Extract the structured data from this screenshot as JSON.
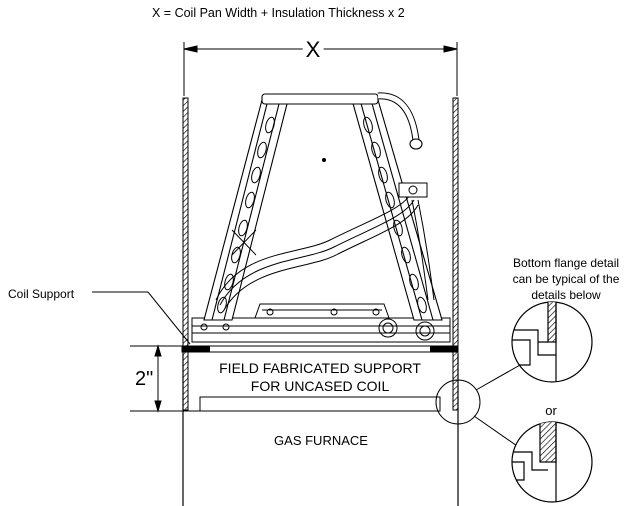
{
  "title": {
    "formula": "X = Coil Pan Width + Insulation Thickness x 2",
    "dimension_label": "X"
  },
  "labels": {
    "coil_support": "Coil Support",
    "field_support_line1": "FIELD FABRICATED SUPPORT",
    "field_support_line2": "FOR UNCASED COIL",
    "height_dimension": "2\"",
    "gas_furnace": "GAS FURNACE"
  },
  "detail_note": {
    "line1": "Bottom flange detail",
    "line2": "can be typical of the",
    "line3": "details below",
    "separator": "or"
  }
}
